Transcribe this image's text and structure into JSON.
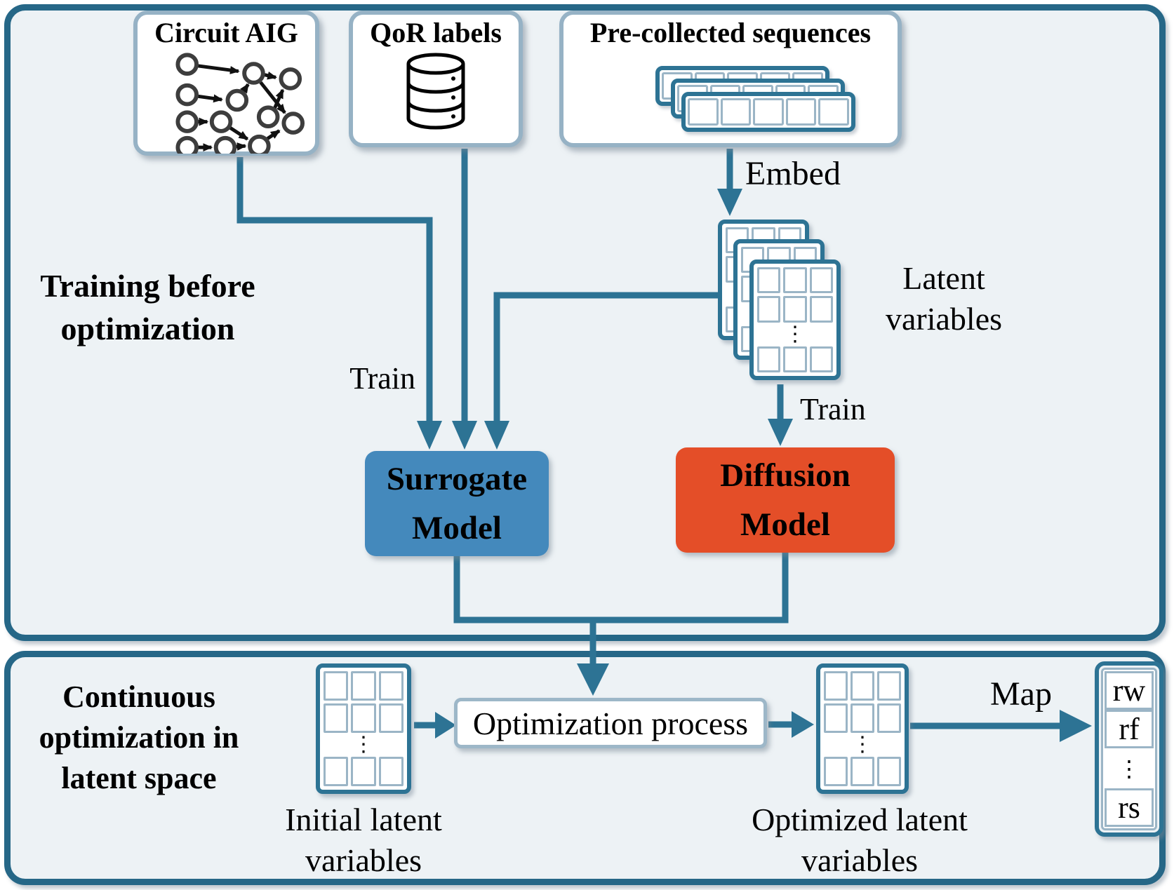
{
  "colors": {
    "panel_border": "#266787",
    "panel_bg": "#EDF2F5",
    "connector": "#2D7394",
    "surrogate_bg": "#4489BC",
    "diffusion_bg": "#E44E28",
    "white_box_border": "#96B2C5",
    "cell_border": "#9BB5C6",
    "grid_border": "#2D7394",
    "graph_node_stroke": "#3D3D3D",
    "text": "#000000"
  },
  "top_panel": {
    "section_label": "Training before optimization",
    "circuit_aig": {
      "title": "Circuit AIG"
    },
    "qor_labels": {
      "title": "QoR labels"
    },
    "sequences": {
      "title": "Pre-collected sequences"
    },
    "embed_label": "Embed",
    "latent_label": "Latent variables",
    "train_left_label": "Train",
    "train_right_label": "Train",
    "surrogate_label": "Surrogate Model",
    "diffusion_label": "Diffusion Model",
    "ellipsis": "⋮"
  },
  "bottom_panel": {
    "section_label": "Continuous optimization in latent space",
    "initial_latent_label": "Initial latent variables",
    "optimization_label": "Optimization process",
    "optimized_latent_label": "Optimized latent variables",
    "map_label": "Map",
    "sequence_cells": [
      "rw",
      "rf",
      "⋮",
      "rs"
    ]
  }
}
